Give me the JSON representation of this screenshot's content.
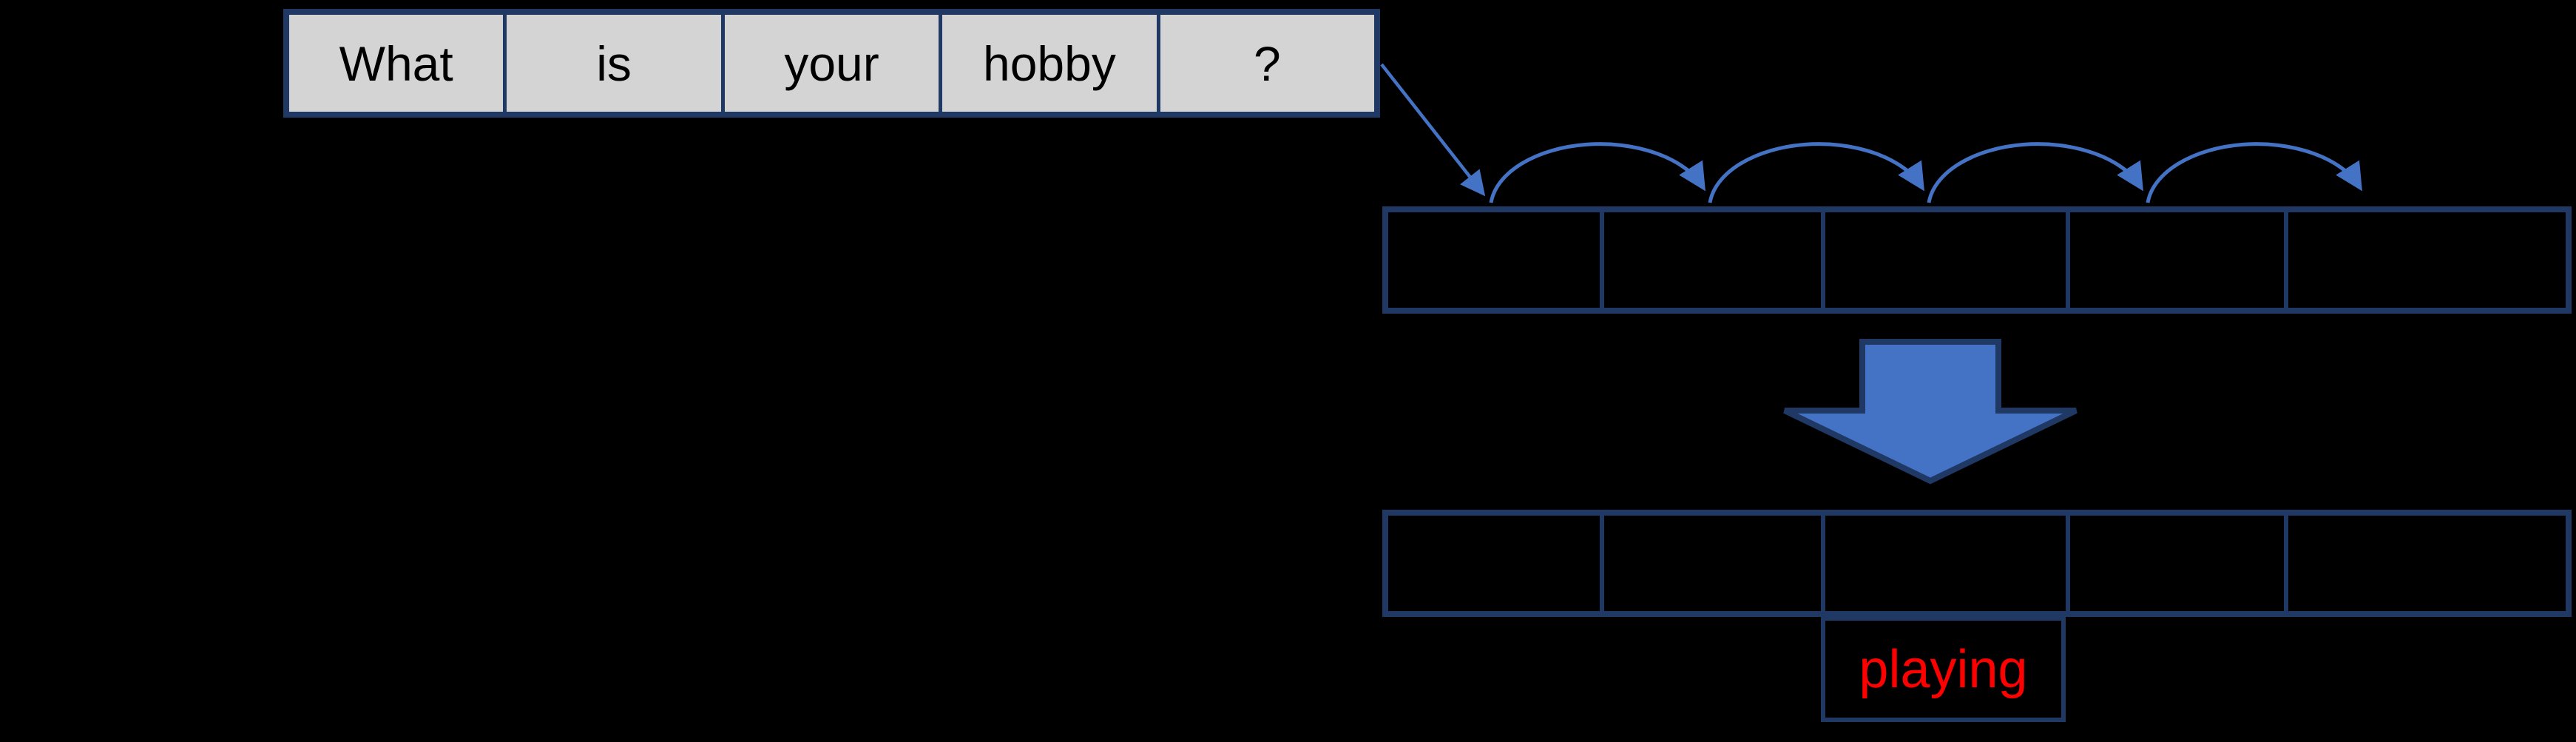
{
  "diagram": {
    "description": "Sentence words hopping into sequence slots, producing an answer",
    "sentence_table": {
      "cells": [
        "What",
        "is",
        "your",
        "hobby",
        "?"
      ]
    },
    "encoded_slot_row": {
      "cell_count": 5,
      "cells": [
        "",
        "",
        "",
        "",
        ""
      ]
    },
    "decoded_slot_row": {
      "cell_count": 5,
      "cells": [
        "",
        "",
        "",
        "",
        ""
      ]
    },
    "answer_cell": {
      "label": "playing"
    },
    "icons": [
      "input-flow-arrow-icon",
      "hop-arc-arrow-icon",
      "big-down-arrow-icon"
    ],
    "colors": {
      "background": "#000000",
      "border_navy": "#1f3864",
      "cell_gray": "#d4d4d4",
      "accent_blue": "#4472c4",
      "answer_red": "#ff0000",
      "text_black": "#000000"
    }
  }
}
